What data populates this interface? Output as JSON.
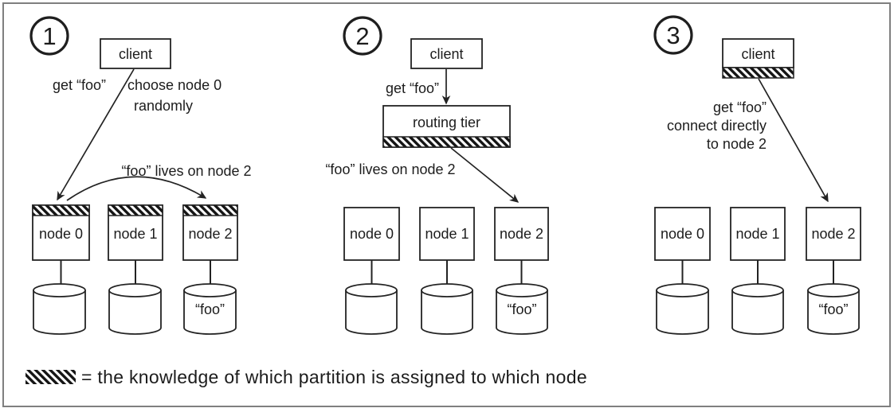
{
  "colors": {
    "ink": "#1f1f1f",
    "frame": "#7f7f7f",
    "background": "#ffffff"
  },
  "legend": {
    "swatch": "diagonal-hatch",
    "label": "= the knowledge of which partition is assigned to which node"
  },
  "panels": [
    {
      "number": "1",
      "client_label": "client",
      "request_label": "get “foo”",
      "note_line_1": "choose node 0",
      "note_line_2": "randomly",
      "forward_label": "“foo” lives on node 2",
      "nodes": [
        {
          "label": "node 0",
          "hatched": true
        },
        {
          "label": "node 1",
          "hatched": true
        },
        {
          "label": "node 2",
          "hatched": true
        }
      ],
      "data_label": "“foo”"
    },
    {
      "number": "2",
      "client_label": "client",
      "request_label": "get “foo”",
      "router_label": "routing tier",
      "forward_label": "“foo” lives on node 2",
      "nodes": [
        {
          "label": "node 0",
          "hatched": false
        },
        {
          "label": "node 1",
          "hatched": false
        },
        {
          "label": "node 2",
          "hatched": false
        }
      ],
      "data_label": "“foo”"
    },
    {
      "number": "3",
      "client_label": "client",
      "request_line_1": "get “foo”",
      "request_line_2": "connect directly",
      "request_line_3": "to node 2",
      "nodes": [
        {
          "label": "node 0",
          "hatched": false
        },
        {
          "label": "node 1",
          "hatched": false
        },
        {
          "label": "node 2",
          "hatched": false
        }
      ],
      "data_label": "“foo”"
    }
  ]
}
